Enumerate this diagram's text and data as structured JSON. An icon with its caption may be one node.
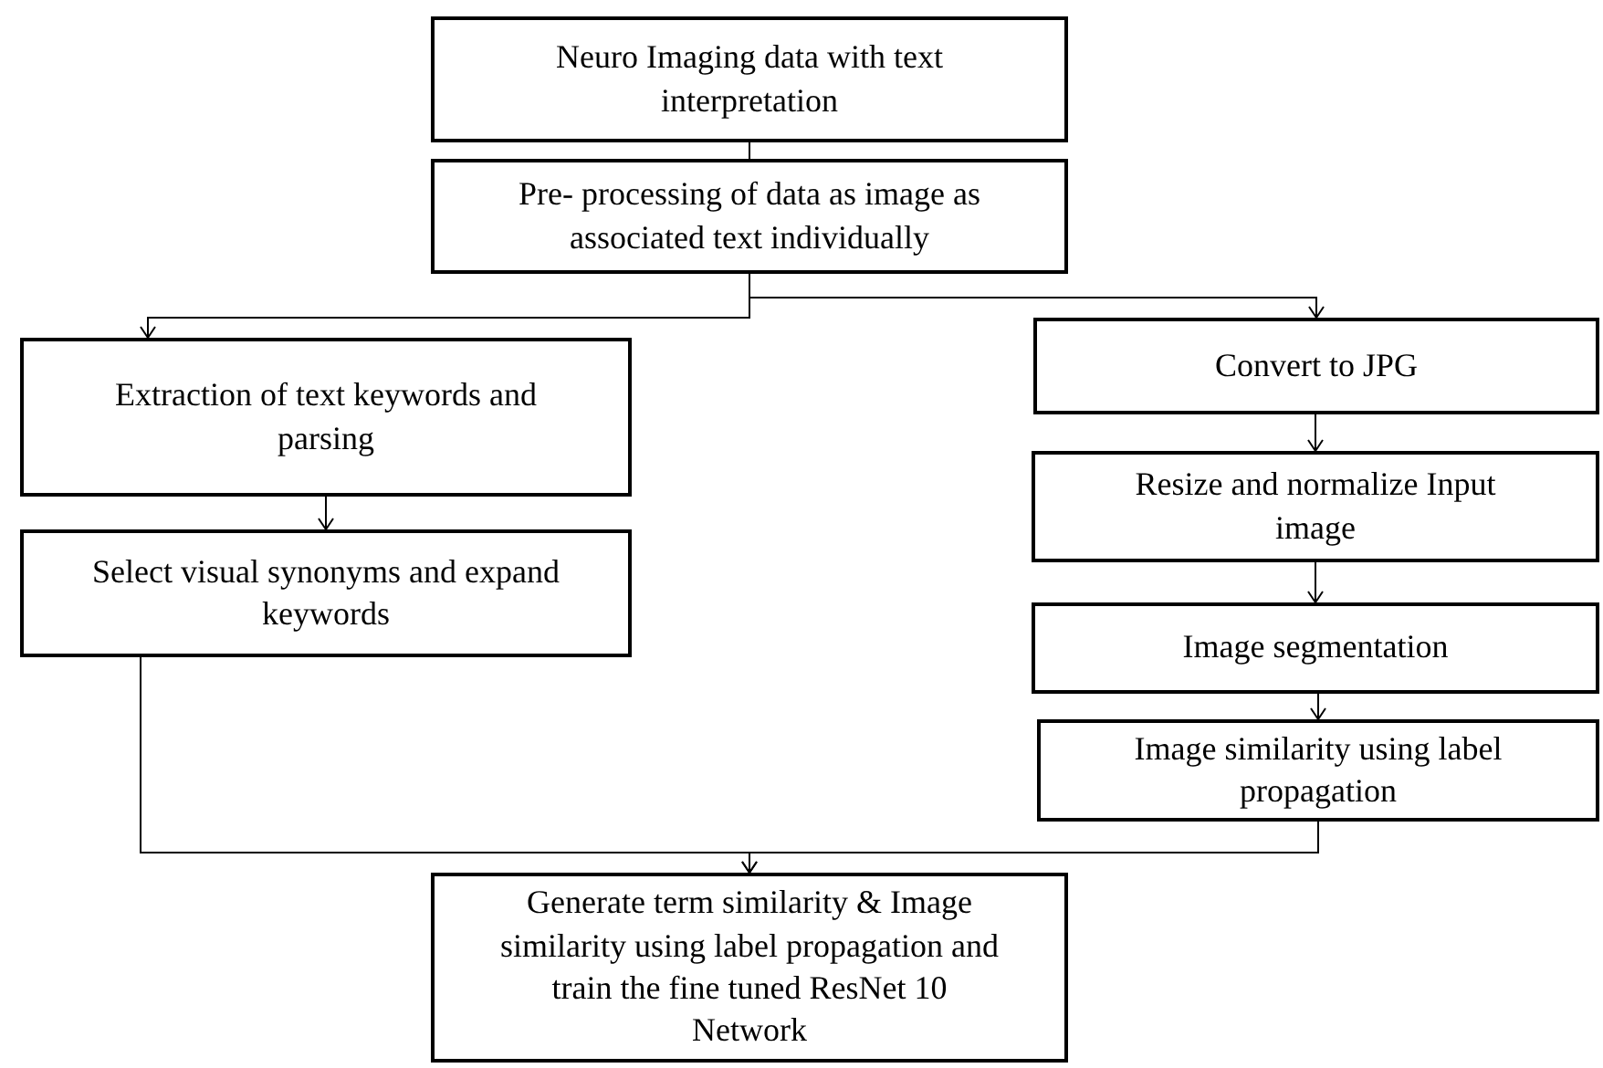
{
  "diagram": {
    "nodes": [
      {
        "text": [
          "Neuro Imaging data with text interpretation"
        ]
      },
      {
        "text": [
          "Pre- processing of data as image as associated text individually"
        ]
      },
      {
        "text": [
          "Extraction of text keywords and parsing"
        ]
      },
      {
        "text": [
          "Select visual synonyms and expand keywords"
        ]
      },
      {
        "text": [
          "Convert to JPG"
        ]
      },
      {
        "text": [
          "Resize and normalize Input image"
        ]
      },
      {
        "text": [
          "Image segmentation"
        ]
      },
      {
        "text": [
          "Image similarity using label propagation"
        ]
      },
      {
        "text": [
          "Generate term similarity & Image similarity using label propagation and train the fine tuned ResNet 10 Network"
        ]
      }
    ],
    "edges": [
      {
        "from": 0,
        "to": 1,
        "arrow": "none"
      },
      {
        "from": 1,
        "to": 2,
        "arrow": "to"
      },
      {
        "from": 1,
        "to": 4,
        "arrow": "to"
      },
      {
        "from": 2,
        "to": 3,
        "arrow": "to"
      },
      {
        "from": 4,
        "to": 5,
        "arrow": "to"
      },
      {
        "from": 5,
        "to": 6,
        "arrow": "to"
      },
      {
        "from": 6,
        "to": 7,
        "arrow": "to"
      },
      {
        "from": 3,
        "to": 8,
        "arrow": "to"
      },
      {
        "from": 7,
        "to": 8,
        "arrow": "to"
      }
    ]
  }
}
